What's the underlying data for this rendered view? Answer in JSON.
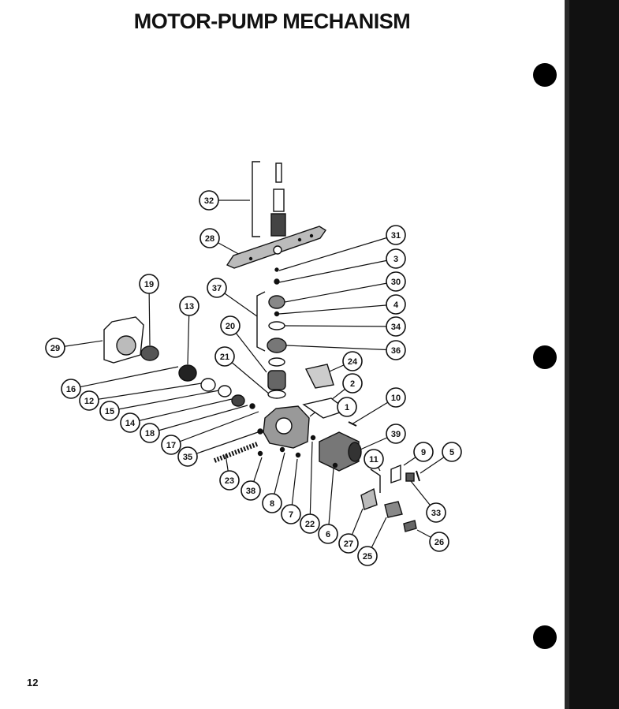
{
  "title": "MOTOR-PUMP MECHANISM",
  "page_number": "12",
  "callouts": [
    "32",
    "28",
    "31",
    "3",
    "30",
    "37",
    "4",
    "34",
    "36",
    "19",
    "13",
    "20",
    "29",
    "21",
    "24",
    "16",
    "2",
    "12",
    "15",
    "10",
    "1",
    "14",
    "18",
    "39",
    "17",
    "35",
    "9",
    "5",
    "11",
    "23",
    "38",
    "8",
    "33",
    "7",
    "22",
    "6",
    "26",
    "27",
    "25"
  ]
}
